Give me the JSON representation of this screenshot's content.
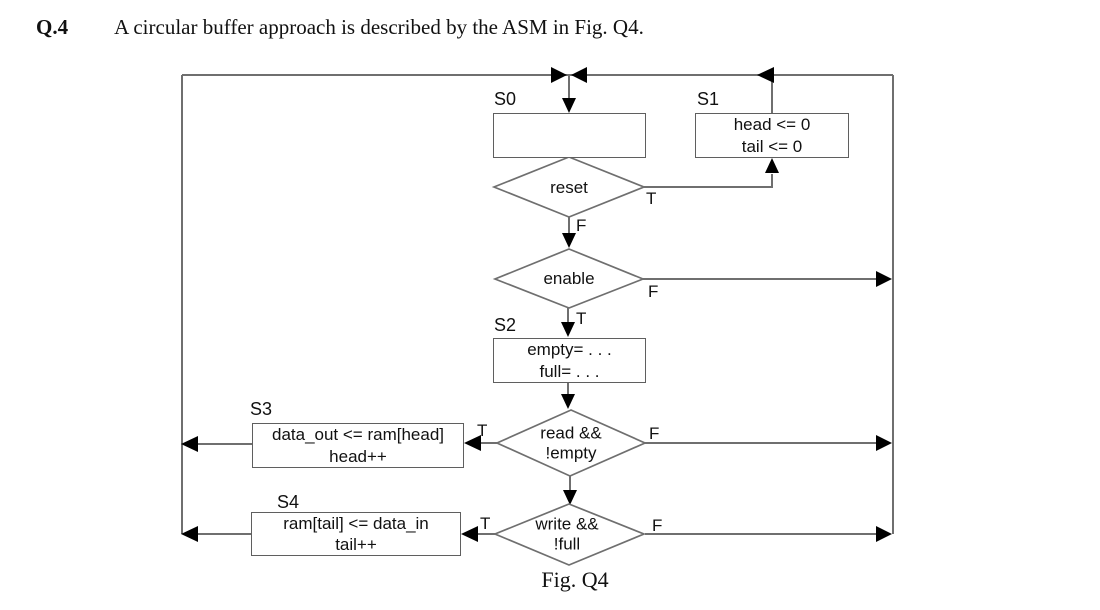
{
  "title": {
    "number": "Q.4",
    "text": "A circular buffer approach is described by the ASM in Fig. Q4."
  },
  "caption": "Fig. Q4",
  "colors": {
    "connector_line": "#6f6f6f",
    "arrowhead": "#000000",
    "box_border": "#5f5f5f",
    "text": "#111111",
    "background": "#ffffff"
  },
  "states": {
    "s0": {
      "label": "S0"
    },
    "s1": {
      "label": "S1",
      "line1": "head <= 0",
      "line2": "tail <= 0"
    },
    "s2": {
      "label": "S2",
      "line1": "empty= . . .",
      "line2": "full= . . ."
    },
    "s3": {
      "label": "S3",
      "line1": "data_out <= ram[head]",
      "line2": "head++"
    },
    "s4": {
      "label": "S4",
      "line1": "ram[tail] <= data_in",
      "line2": "tail++"
    }
  },
  "decisions": {
    "reset": {
      "label": "reset",
      "t": "T",
      "f": "F"
    },
    "enable": {
      "label": "enable",
      "t": "T",
      "f": "F"
    },
    "read": {
      "line1": "read &&",
      "line2": "!empty",
      "t": "T",
      "f": "F"
    },
    "write": {
      "line1": "write &&",
      "line2": "!full",
      "t": "T",
      "f": "F"
    }
  }
}
